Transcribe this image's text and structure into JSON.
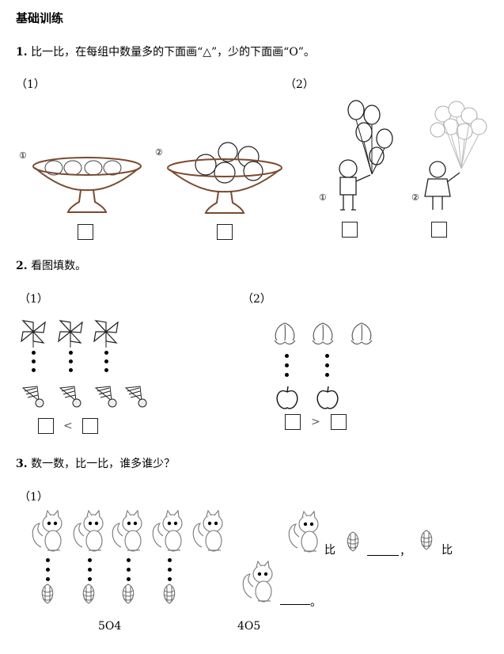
{
  "section_title": "基础训练",
  "q1": {
    "number": "1.",
    "text": "比一比，在每组中数量多的下面画“△”，少的下面画“O”。",
    "part1_label": "（1）",
    "part2_label": "（2）",
    "circled_1": "①",
    "circled_2": "②"
  },
  "q2": {
    "number": "2.",
    "text": "看图填数。",
    "part1_label": "（1）",
    "part2_label": "（2）",
    "less_than": "<",
    "greater_than": ">"
  },
  "q3": {
    "number": "3.",
    "text": "数一数，比一比，谁多谁少？",
    "part1_label": "（1）",
    "compare_left": "5O4",
    "compare_right": "4O5",
    "bi": "比",
    "comma": "，",
    "period": "。"
  }
}
